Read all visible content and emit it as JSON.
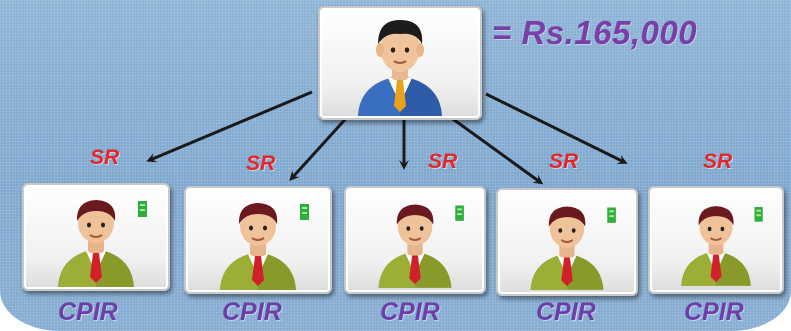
{
  "top": {
    "amount_text": "= Rs.165,000"
  },
  "referrals": [
    {
      "top_label": "SR",
      "bottom_label": "CPIR"
    },
    {
      "top_label": "SR",
      "bottom_label": "CPIR"
    },
    {
      "top_label": "SR",
      "bottom_label": "CPIR"
    },
    {
      "top_label": "SR",
      "bottom_label": "CPIR"
    },
    {
      "top_label": "SR",
      "bottom_label": "CPIR"
    }
  ],
  "icons": {
    "top": "businessman-blue-suit-icon",
    "child": "person-green-suit-icon"
  },
  "colors": {
    "background": "#86add2",
    "amount": "#7a3fa6",
    "sr": "#e3262b",
    "cpir": "#6b3fa8"
  }
}
